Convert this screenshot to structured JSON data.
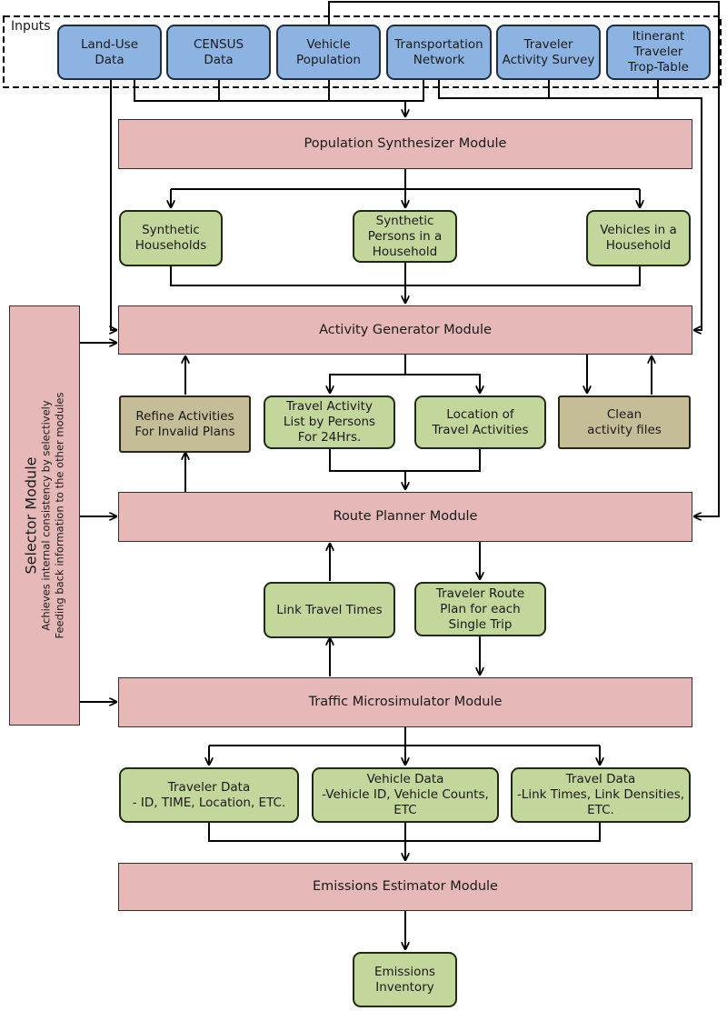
{
  "inputs_label": "Inputs",
  "inputs": [
    {
      "id": "landuse",
      "label": "Land-Use\nData"
    },
    {
      "id": "census",
      "label": "CENSUS\nData"
    },
    {
      "id": "vehpop",
      "label": "Vehicle\nPopulation"
    },
    {
      "id": "transnet",
      "label": "Transportation\nNetwork"
    },
    {
      "id": "survey",
      "label": "Traveler\nActivity Survey"
    },
    {
      "id": "itin",
      "label": "Itinerant\nTraveler\nTrop-Table"
    }
  ],
  "modules": {
    "population": "Population Synthesizer Module",
    "activity": "Activity Generator Module",
    "route": "Route Planner Module",
    "traffic": "Traffic Microsimulator Module",
    "emissions": "Emissions Estimator Module"
  },
  "population_outputs": {
    "households": "Synthetic\nHouseholds",
    "persons": "Synthetic\nPersons in a\nHousehold",
    "vehicles": "Vehicles in a\nHousehold"
  },
  "activity_outputs": {
    "refine": "Refine Activities\nFor Invalid Plans",
    "travel_list": "Travel Activity\nList by Persons\nFor 24Hrs.",
    "location": "Location of\nTravel Activities",
    "clean": "Clean\nactivity files"
  },
  "route_outputs": {
    "link_times": "Link Travel Times",
    "route_plan": "Traveler Route\nPlan for each\nSingle Trip"
  },
  "traffic_outputs": {
    "traveler": "Traveler Data\n- ID, TIME, Location, ETC.",
    "vehicle": "Vehicle Data\n-Vehicle ID, Vehicle Counts,\nETC",
    "travel": "Travel Data\n-Link Times, Link Densities,\nETC."
  },
  "final_output": "Emissions\nInventory",
  "selector": {
    "title": "Selector Module",
    "description": "Achieves internal consistency by selectively\nFeeding back information to the other modules"
  },
  "colors": {
    "input_fill": "#8db3e2",
    "module_fill": "#e6b9b8",
    "output_fill": "#c3d69b",
    "feedback_fill": "#c4bd97"
  }
}
